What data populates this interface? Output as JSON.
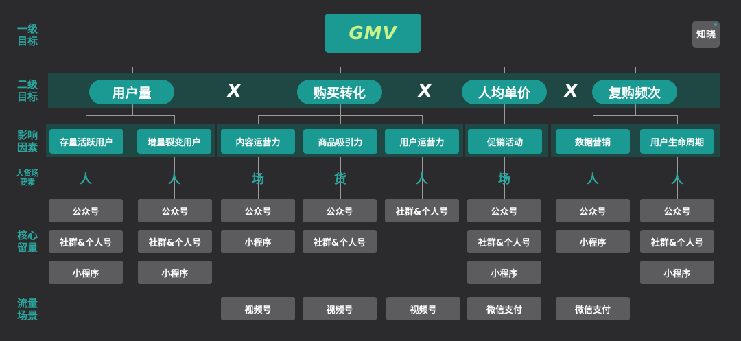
{
  "row_labels": {
    "level1": [
      "一级",
      "目标"
    ],
    "level2": [
      "二级",
      "目标"
    ],
    "factors": [
      "影响",
      "因素"
    ],
    "elements": [
      "人货场",
      "要素"
    ],
    "retention": [
      "核心",
      "留量"
    ],
    "traffic": [
      "流量",
      "场景"
    ]
  },
  "top_goal": "GMV",
  "logo_text": "知晓",
  "level2": [
    "用户量",
    "购买转化",
    "人均单价",
    "复购频次"
  ],
  "operator": "X",
  "factors": [
    "存量活跃用户",
    "增量裂变用户",
    "内容运营力",
    "商品吸引力",
    "用户运营力",
    "促销活动",
    "数据营销",
    "用户生命周期"
  ],
  "elements": [
    "人",
    "人",
    "场",
    "货",
    "人",
    "场",
    "人",
    "人"
  ],
  "retention_columns": [
    [
      "公众号",
      "社群&个人号",
      "小程序"
    ],
    [
      "公众号",
      "社群&个人号",
      "小程序"
    ],
    [
      "公众号",
      "小程序"
    ],
    [
      "公众号",
      "社群&个人号"
    ],
    [
      "社群&个人号"
    ],
    [
      "公众号",
      "社群&个人号",
      "小程序"
    ],
    [
      "公众号",
      "小程序"
    ],
    [
      "公众号",
      "社群&个人号",
      "小程序"
    ]
  ],
  "traffic_columns": [
    "视频号",
    "视频号",
    "视频号",
    "微信支付",
    "微信支付"
  ],
  "colors": {
    "background": "#2b2b2d",
    "accent": "#1a9a93",
    "band": "#1f4845",
    "box": "#5c5c5e",
    "label": "#2aa8a0",
    "gmv_text": "#c9f28a"
  }
}
